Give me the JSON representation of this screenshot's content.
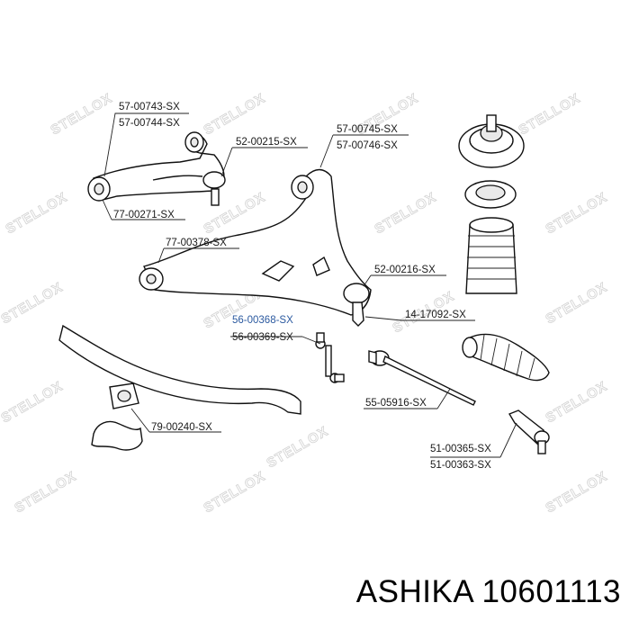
{
  "watermark": "STELLOX",
  "labels": [
    {
      "id": "l1",
      "text": "57-00743-SX"
    },
    {
      "id": "l2",
      "text": "57-00744-SX"
    },
    {
      "id": "l3",
      "text": "52-00215-SX"
    },
    {
      "id": "l4",
      "text": "77-00271-SX"
    },
    {
      "id": "l5",
      "text": "57-00745-SX"
    },
    {
      "id": "l6",
      "text": "57-00746-SX"
    },
    {
      "id": "l7",
      "text": "77-00378-SX"
    },
    {
      "id": "l8",
      "text": "52-00216-SX"
    },
    {
      "id": "l9",
      "text": "14-17092-SX"
    },
    {
      "id": "l10",
      "text": "56-00368-SX"
    },
    {
      "id": "l11",
      "text": "56-00369-SX"
    },
    {
      "id": "l12",
      "text": "55-05916-SX"
    },
    {
      "id": "l13",
      "text": "79-00240-SX"
    },
    {
      "id": "l14",
      "text": "51-00365-SX"
    },
    {
      "id": "l15",
      "text": "51-00363-SX"
    }
  ],
  "footer": {
    "brand": "ASHIKA",
    "part_number": "10601113"
  },
  "colors": {
    "highlight_label": "#2c5aa0",
    "watermark": "#d6d6d6"
  }
}
